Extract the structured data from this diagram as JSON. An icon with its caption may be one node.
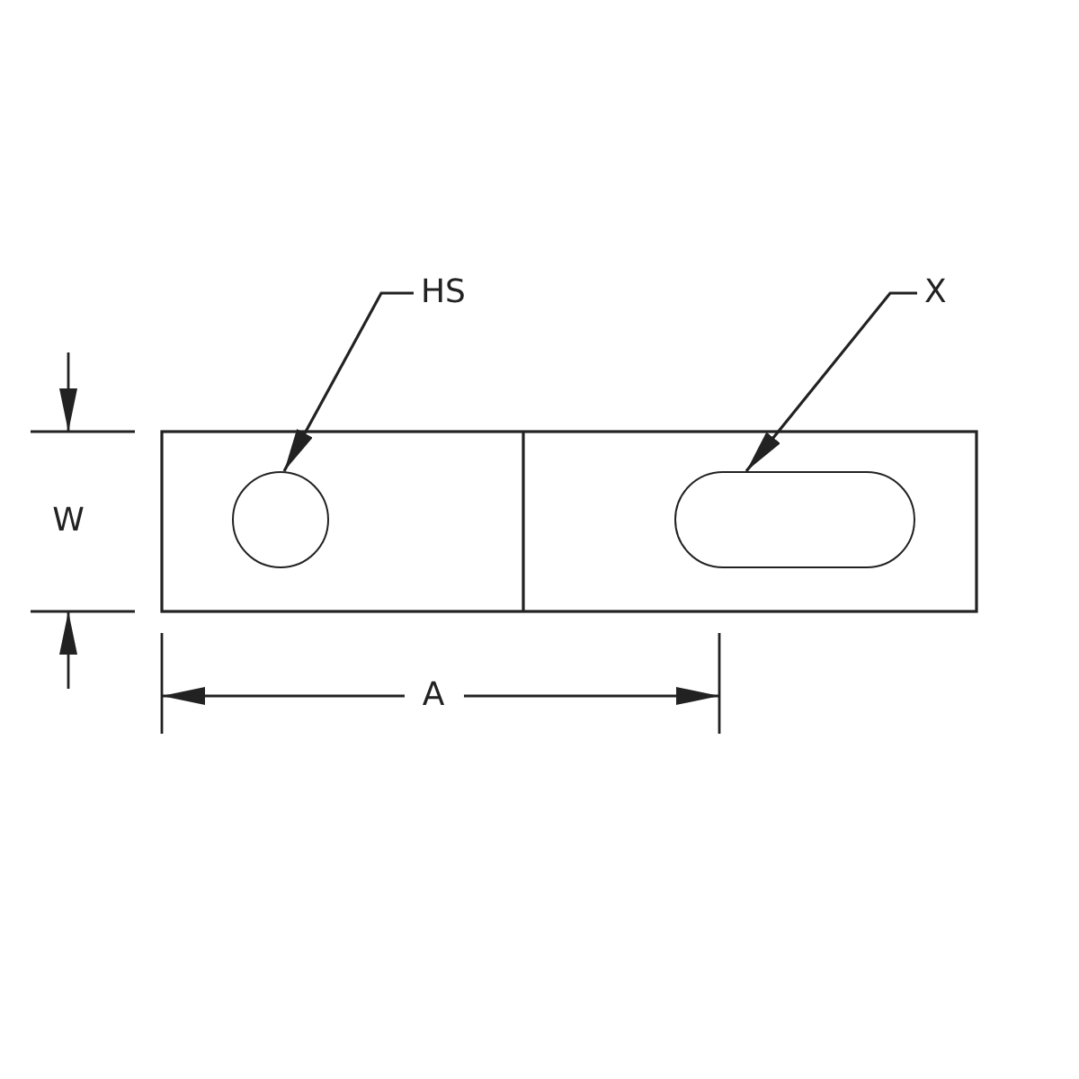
{
  "diagram": {
    "nodes": [
      {
        "text": [
          "HS"
        ]
      },
      {
        "text": [
          "X"
        ]
      },
      {
        "text": [],
        "shape": "circle"
      },
      {
        "text": [],
        "shape": "slot"
      }
    ],
    "edges": [
      {
        "from": 0,
        "to": 2,
        "arrow": "to"
      },
      {
        "from": 1,
        "to": 3,
        "arrow": "to"
      }
    ],
    "labels": [
      "W",
      "A"
    ]
  }
}
